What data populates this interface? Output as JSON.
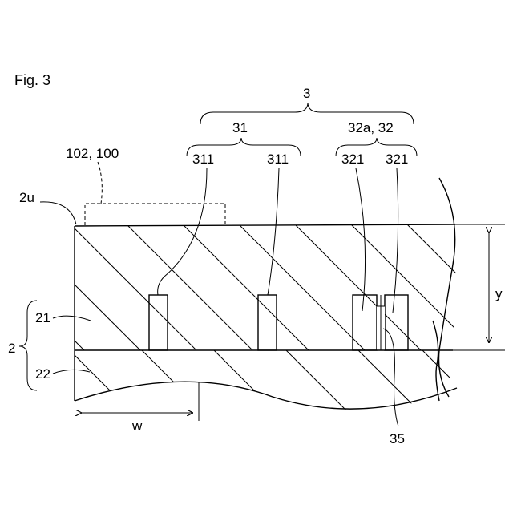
{
  "figure": {
    "title": "Fig. 3"
  },
  "labels": {
    "group_3": "3",
    "group_31": "31",
    "group_32": "32a, 32",
    "ref_311_left": "311",
    "ref_311_right": "311",
    "ref_321_left": "321",
    "ref_321_right": "321",
    "ref_102_100": "102, 100",
    "ref_2u": "2u",
    "ref_21": "21",
    "ref_22": "22",
    "ref_2": "2",
    "ref_35": "35",
    "dim_w": "w",
    "dim_y": "y"
  }
}
